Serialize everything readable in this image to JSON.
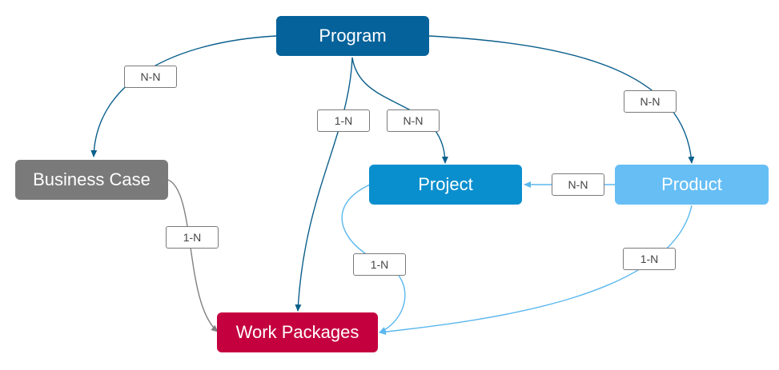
{
  "nodes": {
    "program": {
      "label": "Program",
      "color": "#05629a"
    },
    "business_case": {
      "label": "Business Case",
      "color": "#7a7a7a"
    },
    "project": {
      "label": "Project",
      "color": "#0a8fce"
    },
    "product": {
      "label": "Product",
      "color": "#66bef5"
    },
    "work_packages": {
      "label": "Work Packages",
      "color": "#c5003f"
    }
  },
  "edges": {
    "program_to_business_case": "N-N",
    "program_to_work_packages": "1-N",
    "program_to_project": "N-N",
    "program_to_product": "N-N",
    "product_to_project": "N-N",
    "business_case_to_work_packages": "1-N",
    "project_to_work_packages": "1-N",
    "product_to_work_packages": "1-N"
  },
  "colors": {
    "dark_edge": "#0b5f8c",
    "gray_edge": "#808080",
    "light_edge": "#5bb8ee"
  }
}
